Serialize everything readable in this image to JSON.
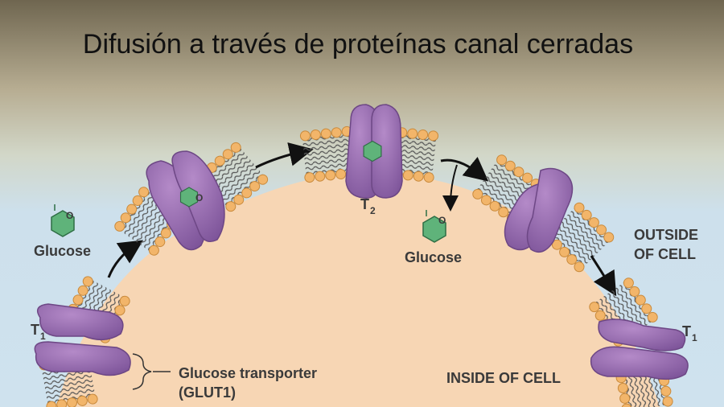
{
  "title": "Difusión a través de proteínas canal cerradas",
  "labels": {
    "glucose_outside": "Glucose",
    "glucose_inside": "Glucose",
    "outside_line1": "OUTSIDE",
    "outside_line2": "OF CELL",
    "inside": "INSIDE OF CELL",
    "transporter_line1": "Glucose transporter",
    "transporter_line2": "(GLUT1)",
    "state_t1_left": "T",
    "state_t1_left_sub": "1",
    "state_t2": "T",
    "state_t2_sub": "2",
    "state_t1_right": "T",
    "state_t1_right_sub": "1",
    "ring_atom_1": "O",
    "ring_atom_2": "O"
  },
  "colors": {
    "background_top": "#7a7058",
    "background_mid": "#c9c9b0",
    "background_bottom": "#cfe2ee",
    "cytoplasm": "#f7d6b4",
    "lipid_head": "#f2b56a",
    "lipid_tail": "#555555",
    "protein": "#9b6fb0",
    "protein_dark": "#6d4785",
    "glucose": "#5fb37a",
    "arrow": "#111111"
  }
}
